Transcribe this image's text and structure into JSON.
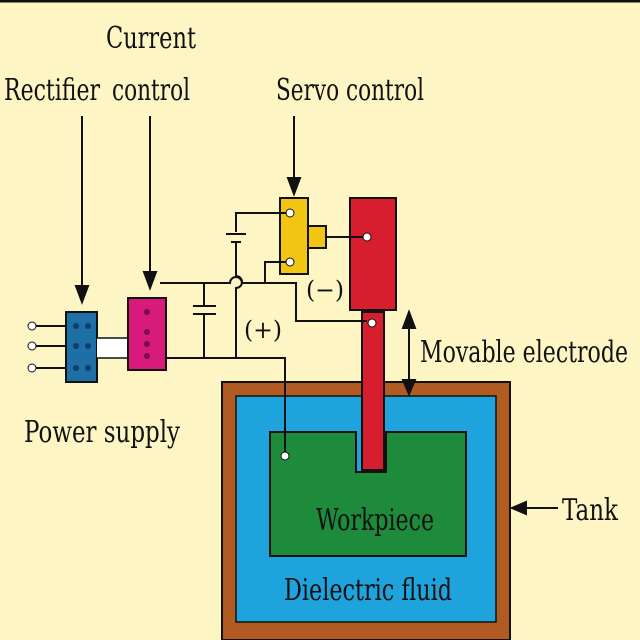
{
  "labels": {
    "current_line1": "Current",
    "current_line2": "control",
    "rectifier": "Rectifier",
    "servo": "Servo control",
    "minus": "(−)",
    "plus": "(+)",
    "movable": "Movable electrode",
    "power_supply": "Power supply",
    "tank": "Tank",
    "workpiece": "Workpiece",
    "dielectric": "Dielectric fluid"
  },
  "colors": {
    "background": "#fdf6c4",
    "rectifier": "#1d6fa5",
    "current_control": "#d81b7a",
    "servo": "#f2c514",
    "electrode": "#d71e2e",
    "tank": "#b15a22",
    "fluid": "#1fa3dc",
    "workpiece": "#1e8a3c"
  }
}
